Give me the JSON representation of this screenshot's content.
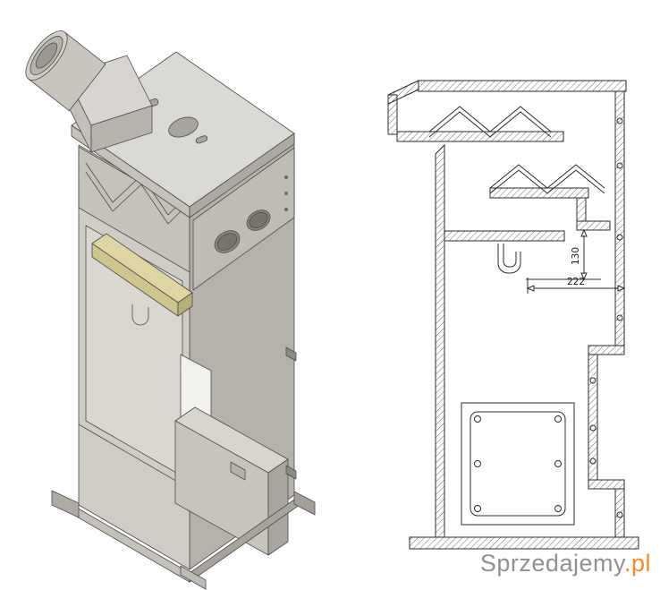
{
  "drawing": {
    "section": {
      "dim_height": "130",
      "dim_width": "222"
    }
  },
  "watermark": {
    "name": "Sprzedajemy",
    "tld": ".pl"
  },
  "colors": {
    "outline": "#4d4b46",
    "section_line": "#2b2b2b",
    "body_light": "#cfccc6",
    "body_top": "#dbd9d4",
    "body_shadow": "#b5b2ac",
    "accent_tan": "#ded5a4",
    "watermark_grey": "#8f8f8f",
    "watermark_orange": "#f5821f"
  }
}
